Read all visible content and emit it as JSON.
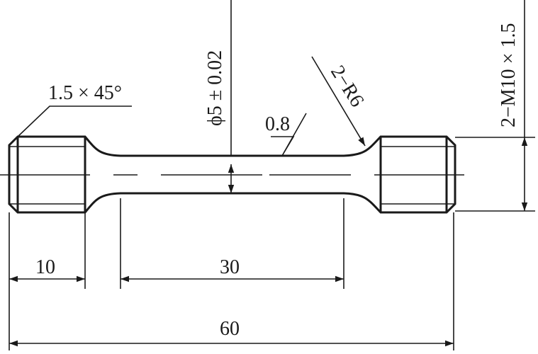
{
  "dimensions": {
    "thread_length": "10",
    "gauge_length": "30",
    "total_length": "60",
    "diameter": "ϕ5 ± 0.02",
    "thread_spec": "2−M10 × 1.5",
    "fillet_radius": "2−R6",
    "chamfer": "1.5 × 45°",
    "surface_roughness": "0.8"
  },
  "colors": {
    "line": "#1a1a1a",
    "background": "#ffffff"
  }
}
